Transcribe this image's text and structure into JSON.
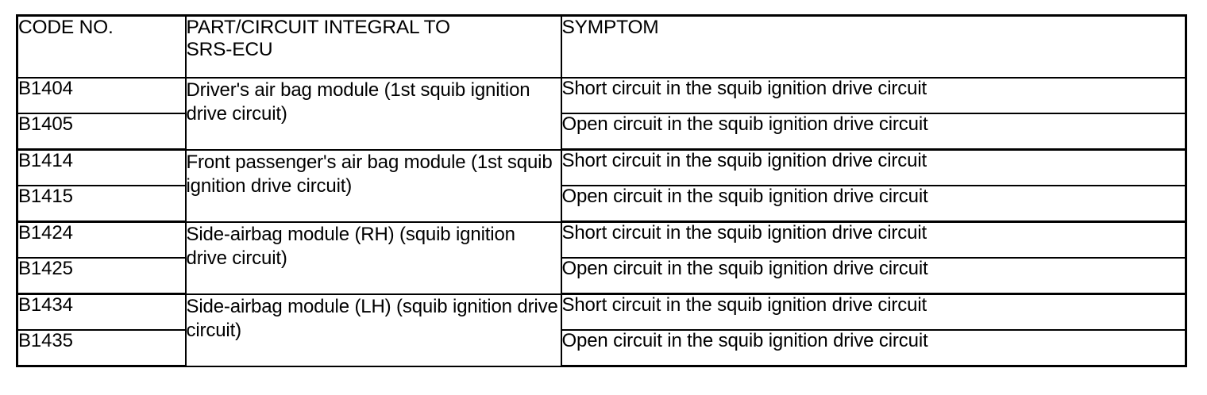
{
  "table": {
    "columns": [
      {
        "key": "code",
        "header": "CODE NO."
      },
      {
        "key": "part",
        "header": "PART/CIRCUIT INTEGRAL TO\nSRS-ECU"
      },
      {
        "key": "symptom",
        "header": "SYMPTOM"
      }
    ],
    "groups": [
      {
        "part": "Driver's air bag module (1st squib ignition drive circuit)",
        "rows": [
          {
            "code": "B1404",
            "symptom": "Short circuit in the squib ignition drive circuit"
          },
          {
            "code": "B1405",
            "symptom": "Open circuit in the squib ignition drive circuit"
          }
        ]
      },
      {
        "part": "Front passenger's air bag module (1st squib ignition drive circuit)",
        "rows": [
          {
            "code": "B1414",
            "symptom": "Short circuit in the squib ignition drive circuit"
          },
          {
            "code": "B1415",
            "symptom": "Open circuit in the squib ignition drive circuit"
          }
        ]
      },
      {
        "part": "Side-airbag module (RH) (squib ignition drive circuit)",
        "rows": [
          {
            "code": "B1424",
            "symptom": "Short circuit in the squib ignition drive circuit"
          },
          {
            "code": "B1425",
            "symptom": "Open circuit in the squib ignition drive circuit"
          }
        ]
      },
      {
        "part": "Side-airbag module (LH) (squib ignition drive circuit)",
        "rows": [
          {
            "code": "B1434",
            "symptom": "Short circuit in the squib ignition drive circuit"
          },
          {
            "code": "B1435",
            "symptom": "Open circuit in the squib ignition drive circuit"
          }
        ]
      }
    ]
  },
  "colors": {
    "background": "#ffffff",
    "text": "#000000",
    "border": "#000000"
  }
}
